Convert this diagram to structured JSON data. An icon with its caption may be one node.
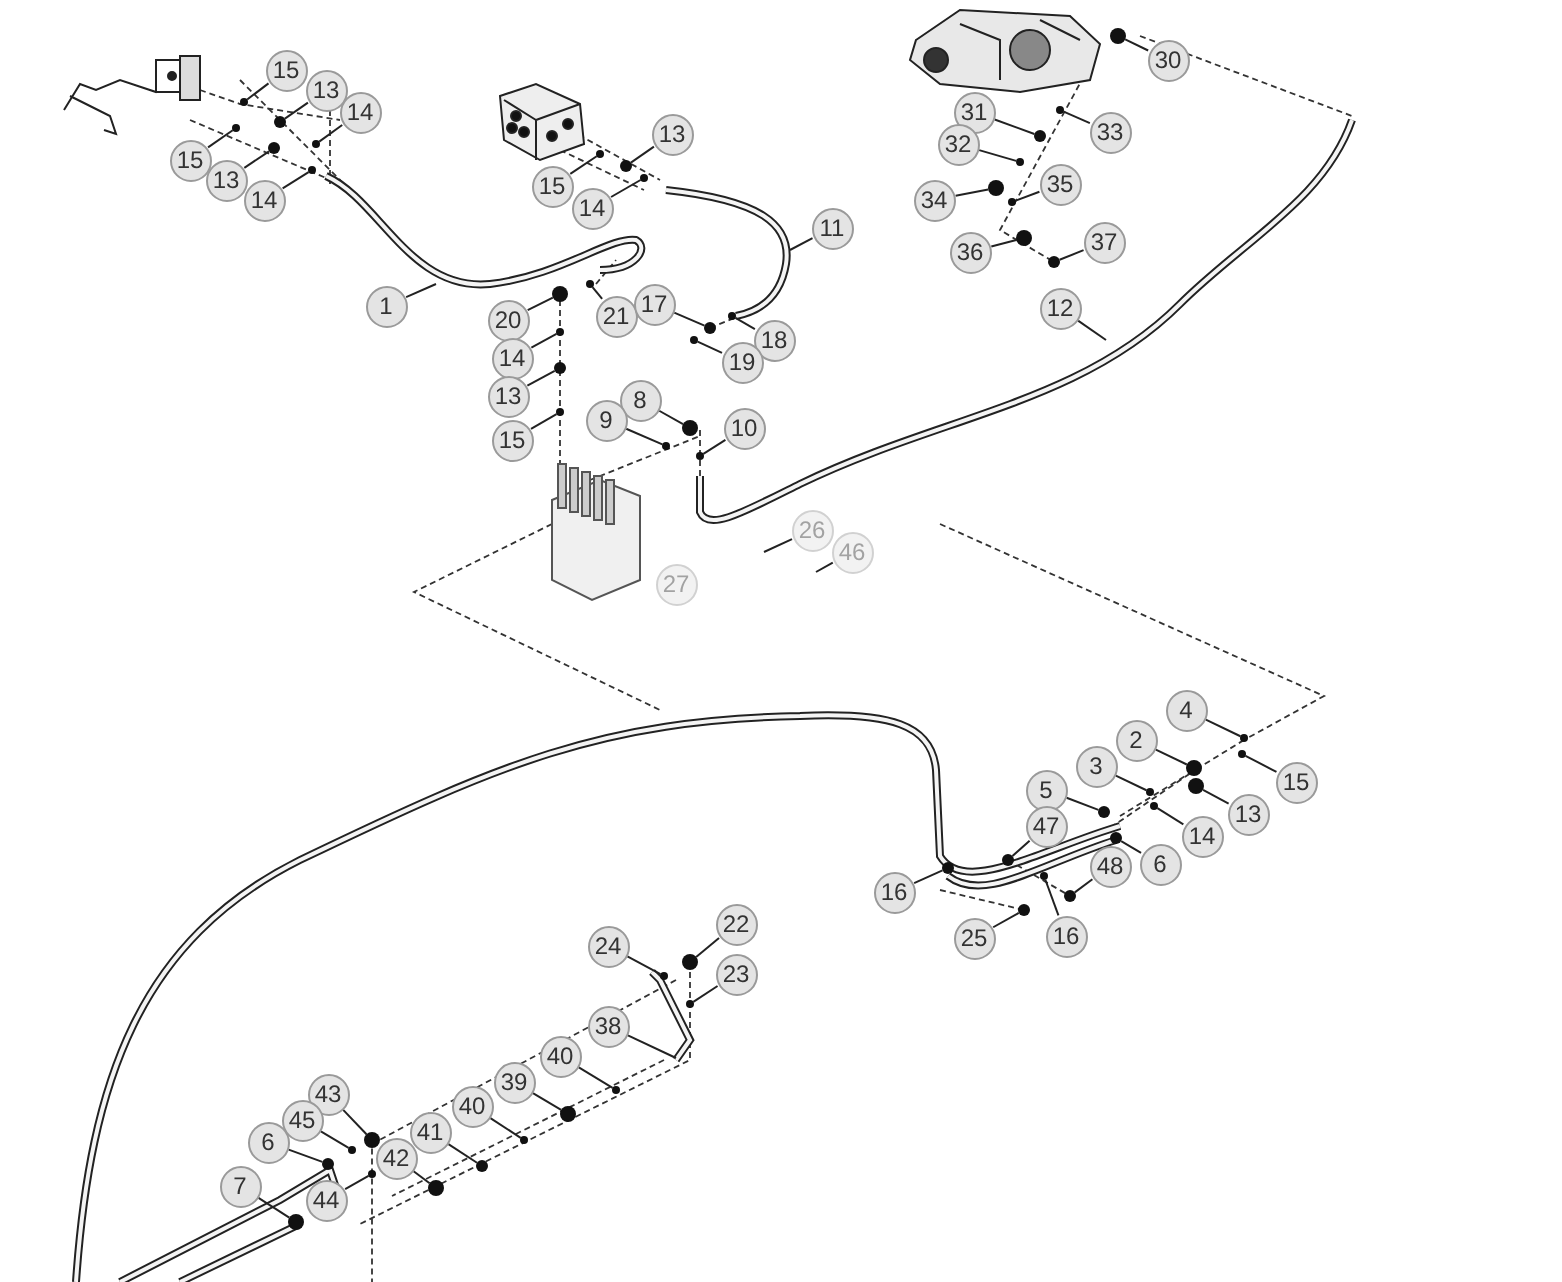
{
  "diagram": {
    "nodes": [
      {
        "text": [
          "15"
        ]
      },
      {
        "text": [
          "13"
        ]
      },
      {
        "text": [
          "14"
        ]
      },
      {
        "text": [
          "15"
        ]
      },
      {
        "text": [
          "13"
        ]
      },
      {
        "text": [
          "14"
        ]
      },
      {
        "text": [
          "13"
        ]
      },
      {
        "text": [
          "15"
        ]
      },
      {
        "text": [
          "14"
        ]
      },
      {
        "text": [
          "1"
        ]
      },
      {
        "text": [
          "20"
        ]
      },
      {
        "text": [
          "21"
        ]
      },
      {
        "text": [
          "17"
        ]
      },
      {
        "text": [
          "18"
        ]
      },
      {
        "text": [
          "19"
        ]
      },
      {
        "text": [
          "14"
        ]
      },
      {
        "text": [
          "13"
        ]
      },
      {
        "text": [
          "15"
        ]
      },
      {
        "text": [
          "8"
        ]
      },
      {
        "text": [
          "9"
        ]
      },
      {
        "text": [
          "10"
        ]
      },
      {
        "text": [
          "11"
        ]
      },
      {
        "text": [
          "30"
        ]
      },
      {
        "text": [
          "31"
        ]
      },
      {
        "text": [
          "33"
        ]
      },
      {
        "text": [
          "32"
        ]
      },
      {
        "text": [
          "35"
        ]
      },
      {
        "text": [
          "34"
        ]
      },
      {
        "text": [
          "37"
        ]
      },
      {
        "text": [
          "36"
        ]
      },
      {
        "text": [
          "12"
        ]
      },
      {
        "text": [
          "26"
        ]
      },
      {
        "text": [
          "46"
        ]
      },
      {
        "text": [
          "27"
        ]
      },
      {
        "text": [
          "4"
        ]
      },
      {
        "text": [
          "2"
        ]
      },
      {
        "text": [
          "3"
        ]
      },
      {
        "text": [
          "5"
        ]
      },
      {
        "text": [
          "15"
        ]
      },
      {
        "text": [
          "13"
        ]
      },
      {
        "text": [
          "14"
        ]
      },
      {
        "text": [
          "47"
        ]
      },
      {
        "text": [
          "6"
        ]
      },
      {
        "text": [
          "48"
        ]
      },
      {
        "text": [
          "16"
        ]
      },
      {
        "text": [
          "25"
        ]
      },
      {
        "text": [
          "16"
        ]
      },
      {
        "text": [
          "22"
        ]
      },
      {
        "text": [
          "24"
        ]
      },
      {
        "text": [
          "23"
        ]
      },
      {
        "text": [
          "38"
        ]
      },
      {
        "text": [
          "40"
        ]
      },
      {
        "text": [
          "39"
        ]
      },
      {
        "text": [
          "40"
        ]
      },
      {
        "text": [
          "41"
        ]
      },
      {
        "text": [
          "43"
        ]
      },
      {
        "text": [
          "45"
        ]
      },
      {
        "text": [
          "42"
        ]
      },
      {
        "text": [
          "6"
        ]
      },
      {
        "text": [
          "44"
        ]
      },
      {
        "text": [
          "7"
        ]
      },
      {
        "text": [],
        "shape": "circle"
      },
      {
        "text": [],
        "shape": "circle"
      },
      {
        "text": [],
        "shape": "circle"
      },
      {
        "text": [],
        "shape": "circle"
      },
      {
        "text": [],
        "shape": "circle"
      },
      {
        "text": [],
        "shape": "circle"
      },
      {
        "text": [],
        "shape": "circle"
      },
      {
        "text": [],
        "shape": "circle"
      },
      {
        "text": [],
        "shape": "circle"
      },
      {
        "text": [],
        "shape": "circle"
      },
      {
        "text": [],
        "shape": "circle"
      },
      {
        "text": [],
        "shape": "circle"
      },
      {
        "text": [],
        "shape": "circle"
      },
      {
        "text": [],
        "shape": "circle"
      },
      {
        "text": [],
        "shape": "circle"
      },
      {
        "text": [],
        "shape": "circle"
      },
      {
        "text": [],
        "shape": "circle"
      },
      {
        "text": [],
        "shape": "circle"
      },
      {
        "text": [],
        "shape": "circle"
      },
      {
        "text": [],
        "shape": "circle"
      },
      {
        "text": [],
        "shape": "circle"
      },
      {
        "text": [],
        "shape": "circle"
      },
      {
        "text": [],
        "shape": "circle"
      },
      {
        "text": [],
        "shape": "circle"
      },
      {
        "text": [],
        "shape": "circle"
      },
      {
        "text": [],
        "shape": "circle"
      },
      {
        "text": [],
        "shape": "circle"
      },
      {
        "text": [],
        "shape": "circle"
      },
      {
        "text": [],
        "shape": "circle"
      },
      {
        "text": [],
        "shape": "circle"
      },
      {
        "text": [],
        "shape": "circle"
      },
      {
        "text": [],
        "shape": "circle"
      },
      {
        "text": [],
        "shape": "circle"
      },
      {
        "text": [],
        "shape": "circle"
      },
      {
        "text": [],
        "shape": "circle"
      },
      {
        "text": [],
        "shape": "circle"
      },
      {
        "text": [],
        "shape": "circle"
      },
      {
        "text": [],
        "shape": "circle"
      },
      {
        "text": [],
        "shape": "circle"
      },
      {
        "text": [],
        "shape": "circle"
      },
      {
        "text": [],
        "shape": "circle"
      },
      {
        "text": [],
        "shape": "circle"
      },
      {
        "text": [],
        "shape": "circle"
      },
      {
        "text": [],
        "shape": "circle"
      },
      {
        "text": [],
        "shape": "circle"
      },
      {
        "text": [],
        "shape": "circle"
      },
      {
        "text": [],
        "shape": "circle"
      },
      {
        "text": [],
        "shape": "circle"
      },
      {
        "text": [],
        "shape": "circle"
      },
      {
        "text": [],
        "shape": "circle"
      },
      {
        "text": [],
        "shape": "circle"
      },
      {
        "text": [],
        "shape": "circle"
      },
      {
        "text": [],
        "shape": "circle"
      },
      {
        "text": [],
        "shape": "circle"
      }
    ],
    "edges": [
      {
        "from": 0,
        "to": 61,
        "arrow": "none"
      },
      {
        "from": 1,
        "to": 62,
        "arrow": "none"
      },
      {
        "from": 2,
        "to": 63,
        "arrow": "none"
      },
      {
        "from": 3,
        "to": 64,
        "arrow": "none"
      },
      {
        "from": 4,
        "to": 65,
        "arrow": "none"
      },
      {
        "from": 5,
        "to": 66,
        "arrow": "none"
      },
      {
        "from": 6,
        "to": 67,
        "arrow": "none"
      },
      {
        "from": 7,
        "to": 68,
        "arrow": "none"
      },
      {
        "from": 8,
        "to": 69,
        "arrow": "none"
      },
      {
        "from": 9,
        "to": null,
        "arrow": "none"
      },
      {
        "from": 10,
        "to": 70,
        "arrow": "none"
      },
      {
        "from": 11,
        "to": 71,
        "arrow": "none"
      },
      {
        "from": 12,
        "to": 72,
        "arrow": "none"
      },
      {
        "from": 13,
        "to": 73,
        "arrow": "none"
      },
      {
        "from": 14,
        "to": 74,
        "arrow": "none"
      },
      {
        "from": 15,
        "to": 75,
        "arrow": "none"
      },
      {
        "from": 16,
        "to": 76,
        "arrow": "none"
      },
      {
        "from": 17,
        "to": 77,
        "arrow": "none"
      },
      {
        "from": 18,
        "to": 78,
        "arrow": "none"
      },
      {
        "from": 19,
        "to": 79,
        "arrow": "none"
      },
      {
        "from": 20,
        "to": 80,
        "arrow": "none"
      },
      {
        "from": 21,
        "to": null,
        "arrow": "none"
      },
      {
        "from": 22,
        "to": 81,
        "arrow": "none"
      },
      {
        "from": 23,
        "to": 82,
        "arrow": "none"
      },
      {
        "from": 24,
        "to": 83,
        "arrow": "none"
      },
      {
        "from": 25,
        "to": 84,
        "arrow": "none"
      },
      {
        "from": 26,
        "to": 85,
        "arrow": "none"
      },
      {
        "from": 27,
        "to": 86,
        "arrow": "none"
      },
      {
        "from": 28,
        "to": 87,
        "arrow": "none"
      },
      {
        "from": 29,
        "to": 88,
        "arrow": "none"
      },
      {
        "from": 30,
        "to": null,
        "arrow": "none"
      },
      {
        "from": 31,
        "to": null,
        "arrow": "none"
      },
      {
        "from": 32,
        "to": null,
        "arrow": "none"
      },
      {
        "from": 34,
        "to": 89,
        "arrow": "none"
      },
      {
        "from": 35,
        "to": 90,
        "arrow": "none"
      },
      {
        "from": 36,
        "to": 91,
        "arrow": "none"
      },
      {
        "from": 37,
        "to": 92,
        "arrow": "none"
      },
      {
        "from": 38,
        "to": 93,
        "arrow": "none"
      },
      {
        "from": 39,
        "to": 94,
        "arrow": "none"
      },
      {
        "from": 40,
        "to": 95,
        "arrow": "none"
      },
      {
        "from": 41,
        "to": 96,
        "arrow": "none"
      },
      {
        "from": 42,
        "to": 97,
        "arrow": "none"
      },
      {
        "from": 43,
        "to": 98,
        "arrow": "none"
      },
      {
        "from": 44,
        "to": 99,
        "arrow": "none"
      },
      {
        "from": 45,
        "to": 100,
        "arrow": "none"
      },
      {
        "from": 46,
        "to": 101,
        "arrow": "none"
      },
      {
        "from": 47,
        "to": 102,
        "arrow": "none"
      },
      {
        "from": 48,
        "to": 103,
        "arrow": "none"
      },
      {
        "from": 49,
        "to": 104,
        "arrow": "none"
      },
      {
        "from": 50,
        "to": null,
        "arrow": "none"
      },
      {
        "from": 51,
        "to": 105,
        "arrow": "none"
      },
      {
        "from": 52,
        "to": 106,
        "arrow": "none"
      },
      {
        "from": 53,
        "to": 107,
        "arrow": "none"
      },
      {
        "from": 54,
        "to": 108,
        "arrow": "none"
      },
      {
        "from": 55,
        "to": 109,
        "arrow": "none"
      },
      {
        "from": 56,
        "to": 110,
        "arrow": "none"
      },
      {
        "from": 57,
        "to": 111,
        "arrow": "none"
      },
      {
        "from": 58,
        "to": 112,
        "arrow": "none"
      },
      {
        "from": 59,
        "to": 113,
        "arrow": "none"
      },
      {
        "from": 60,
        "to": 114,
        "arrow": "none"
      }
    ]
  }
}
